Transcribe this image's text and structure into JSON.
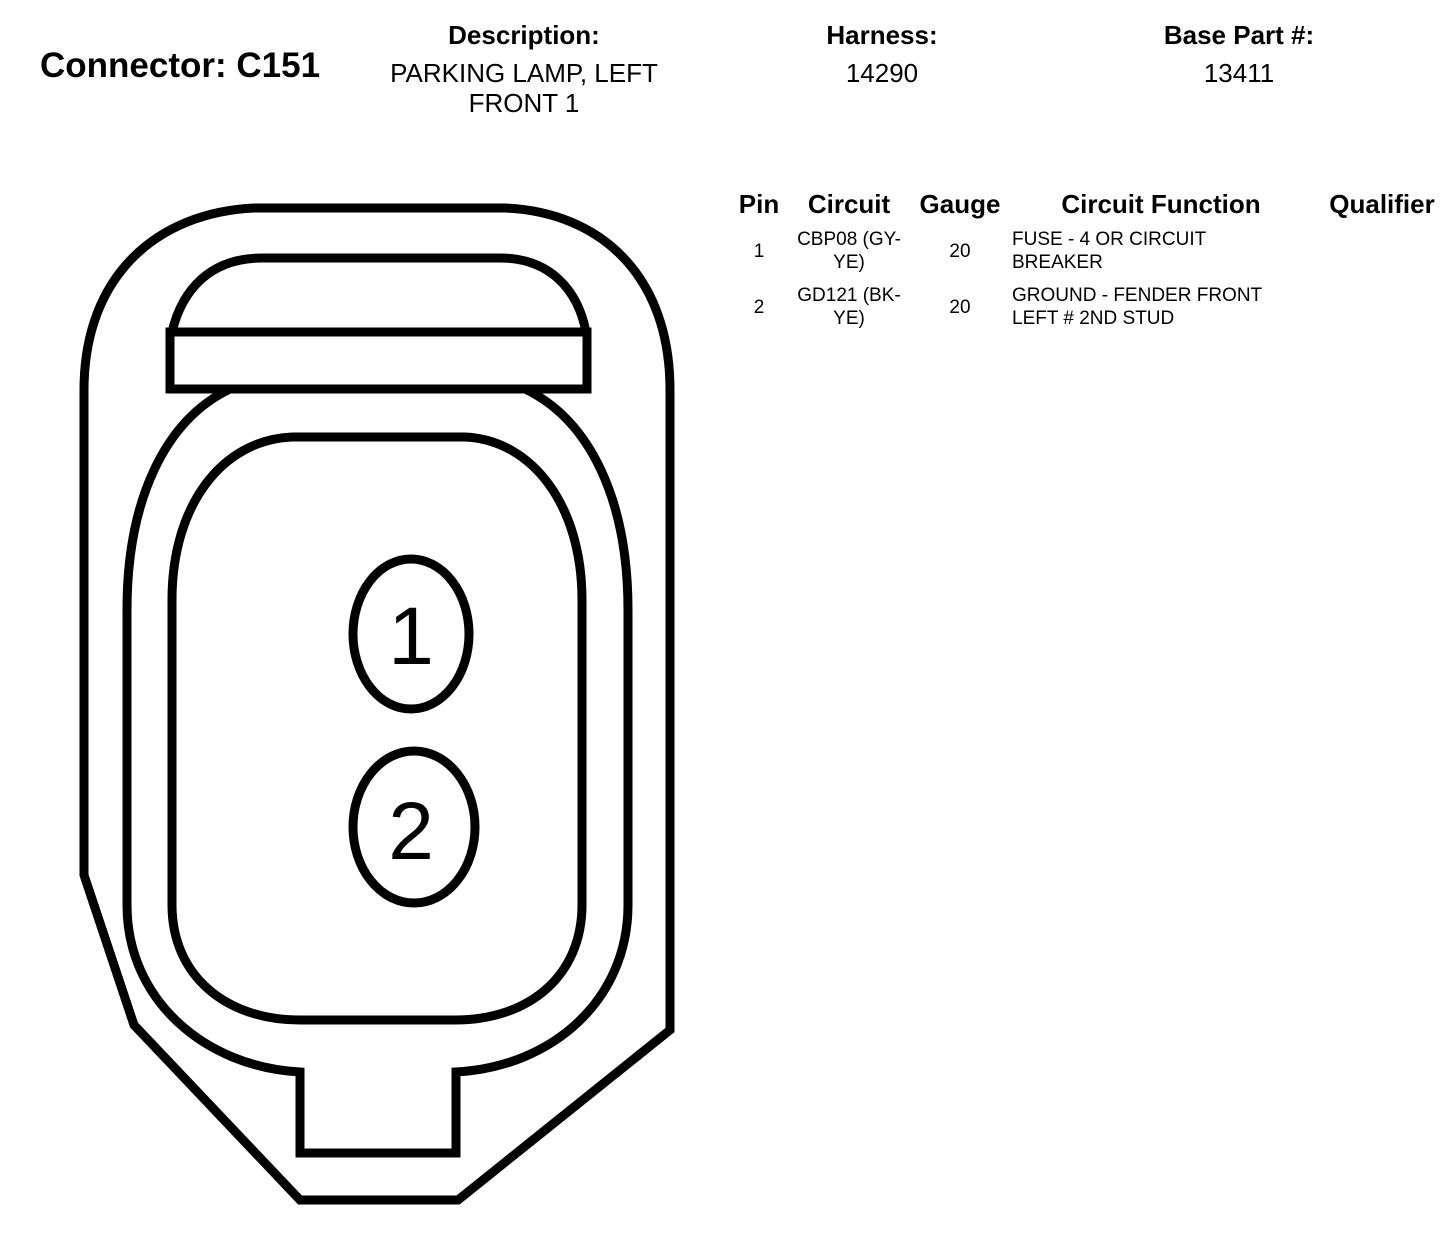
{
  "connector": {
    "title": "Connector: C151"
  },
  "description": {
    "label": "Description:",
    "line1": "PARKING LAMP, LEFT",
    "line2": "FRONT 1"
  },
  "harness": {
    "label": "Harness:",
    "value": "14290"
  },
  "base_part": {
    "label": "Base Part #:",
    "value": "13411"
  },
  "table": {
    "headers": {
      "pin": "Pin",
      "circuit": "Circuit",
      "gauge": "Gauge",
      "function": "Circuit Function",
      "qualifier": "Qualifier"
    },
    "rows": [
      {
        "pin": "1",
        "circuit_line1": "CBP08 (GY-",
        "circuit_line2": "YE)",
        "gauge": "20",
        "function_line1": "FUSE - 4 OR CIRCUIT",
        "function_line2": "BREAKER",
        "qualifier": ""
      },
      {
        "pin": "2",
        "circuit_line1": "GD121 (BK-",
        "circuit_line2": "YE)",
        "gauge": "20",
        "function_line1": "GROUND - FENDER FRONT",
        "function_line2": "LEFT # 2ND STUD",
        "qualifier": ""
      }
    ]
  },
  "diagram": {
    "pins": [
      {
        "label": "1"
      },
      {
        "label": "2"
      }
    ],
    "stroke_color": "#000000",
    "fill_color": "#ffffff"
  }
}
